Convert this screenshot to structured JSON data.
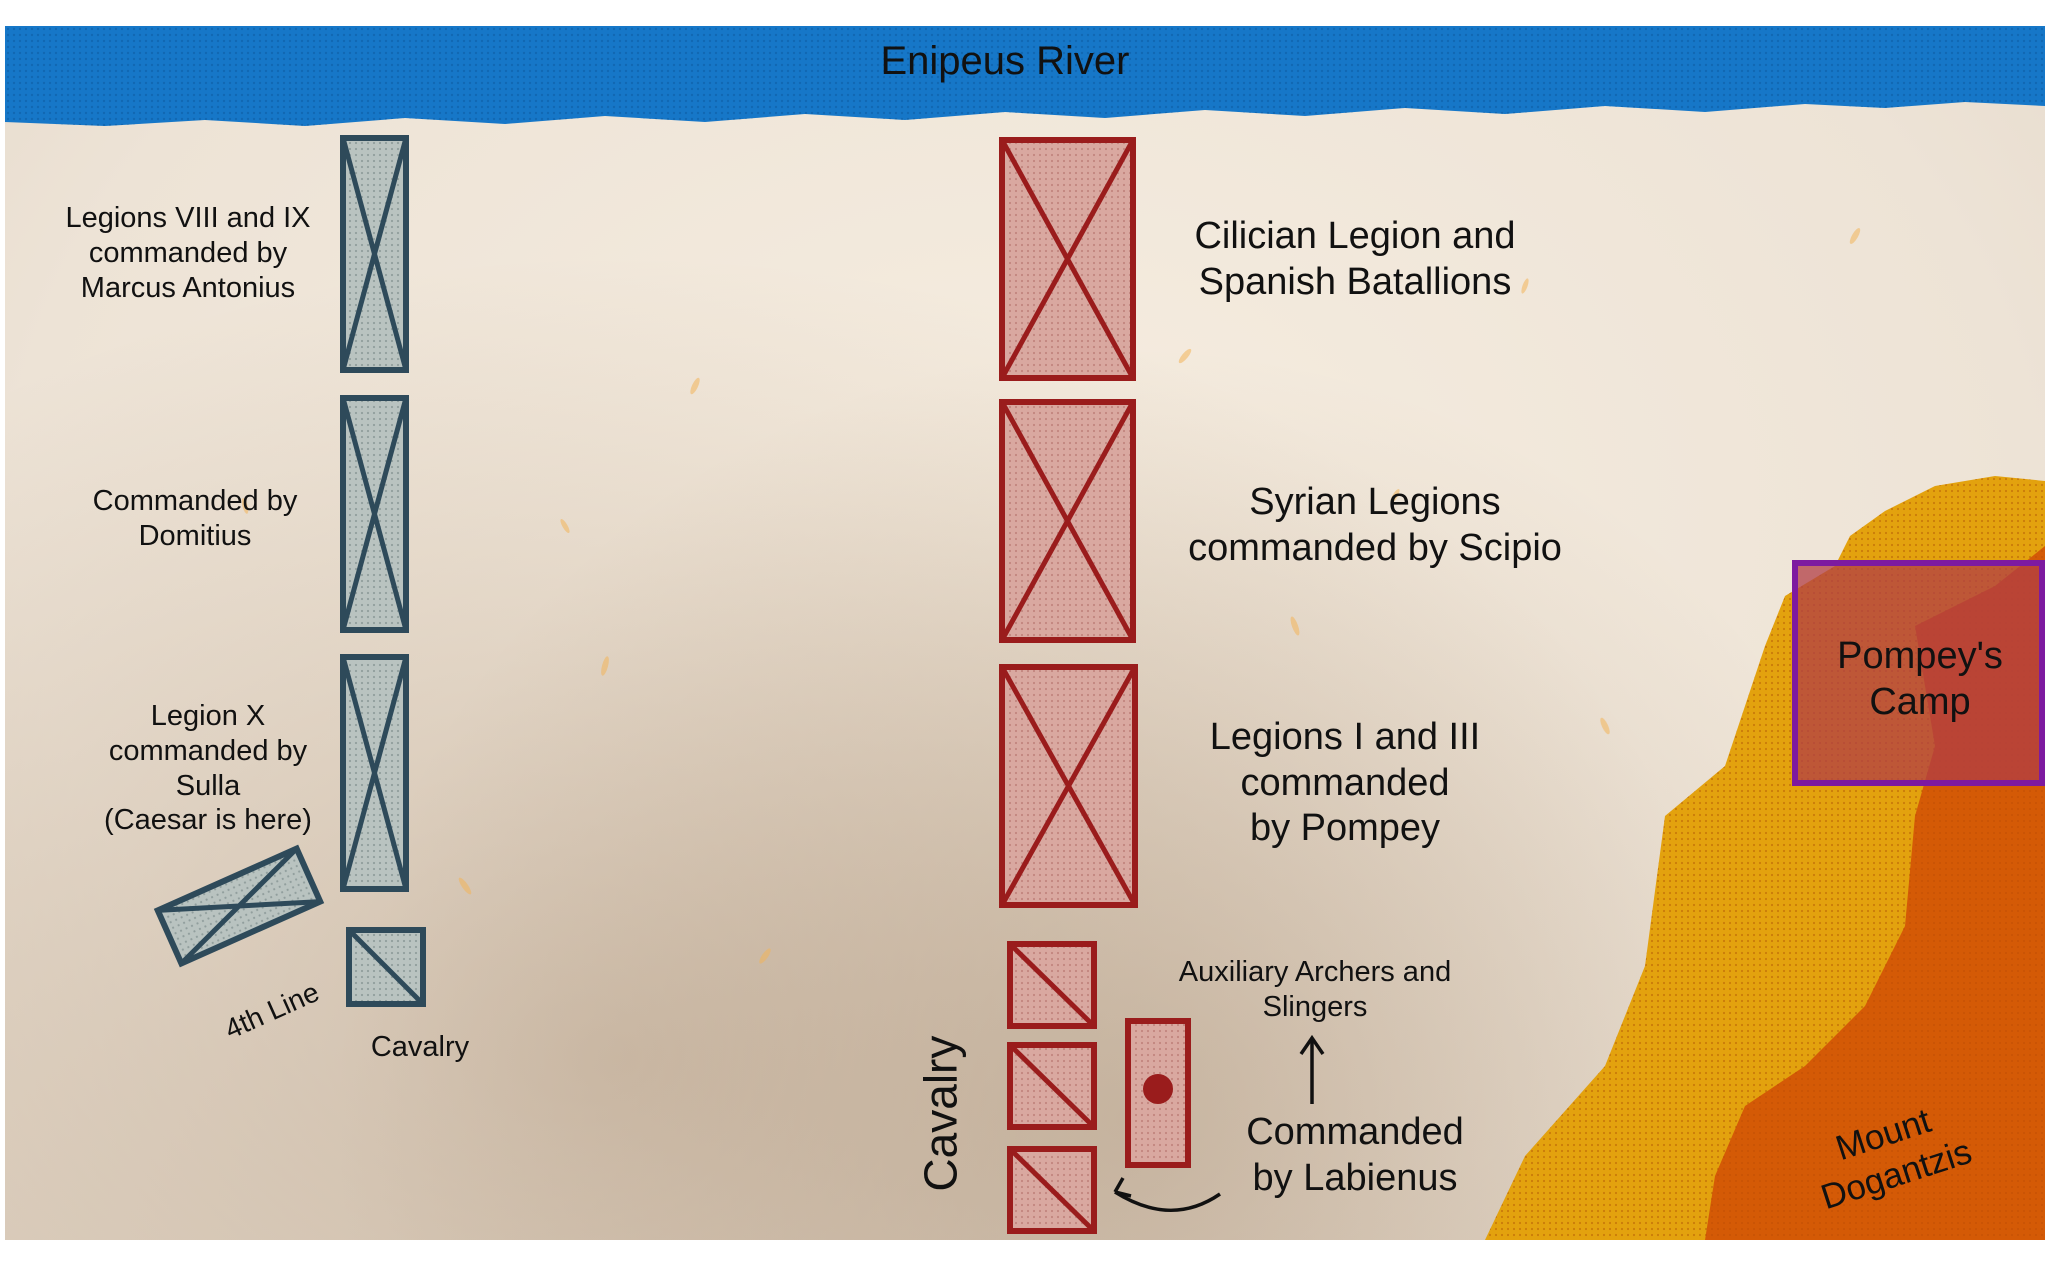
{
  "colors": {
    "river": "#1677c8",
    "caesar_unit_stroke": "#2e4a5a",
    "caesar_unit_fill": "#b9c3c0",
    "pompey_unit_stroke": "#9a1c1c",
    "pompey_unit_fill": "#d9a8a0",
    "hill_outer": "#e3a20e",
    "hill_inner": "#d45a06",
    "camp_border": "#7d1aa0",
    "camp_fill": "#b13d46"
  },
  "river": {
    "label": "Enipeus River"
  },
  "caesar": {
    "legion_viii_ix": [
      "Legions VIII and IX",
      "commanded by",
      "Marcus Antonius"
    ],
    "domitius": [
      "Commanded by",
      "Domitius"
    ],
    "legion_x": [
      "Legion X",
      "commanded by",
      "Sulla",
      "(Caesar is here)"
    ],
    "fourth_line": "4th Line",
    "cavalry": "Cavalry"
  },
  "pompey": {
    "cilician": [
      "Cilician Legion and",
      "Spanish Batallions"
    ],
    "syrian": [
      "Syrian Legions",
      "commanded by Scipio"
    ],
    "legions_i_iii": [
      "Legions I and III",
      "commanded",
      "by Pompey"
    ],
    "auxiliary": [
      "Auxiliary Archers and",
      "Slingers"
    ],
    "labienus": [
      "Commanded",
      "by Labienus"
    ],
    "cavalry": "Cavalry"
  },
  "terrain": {
    "camp": [
      "Pompey's",
      "Camp"
    ],
    "mount": [
      "Mount",
      "Dogantzis"
    ]
  }
}
